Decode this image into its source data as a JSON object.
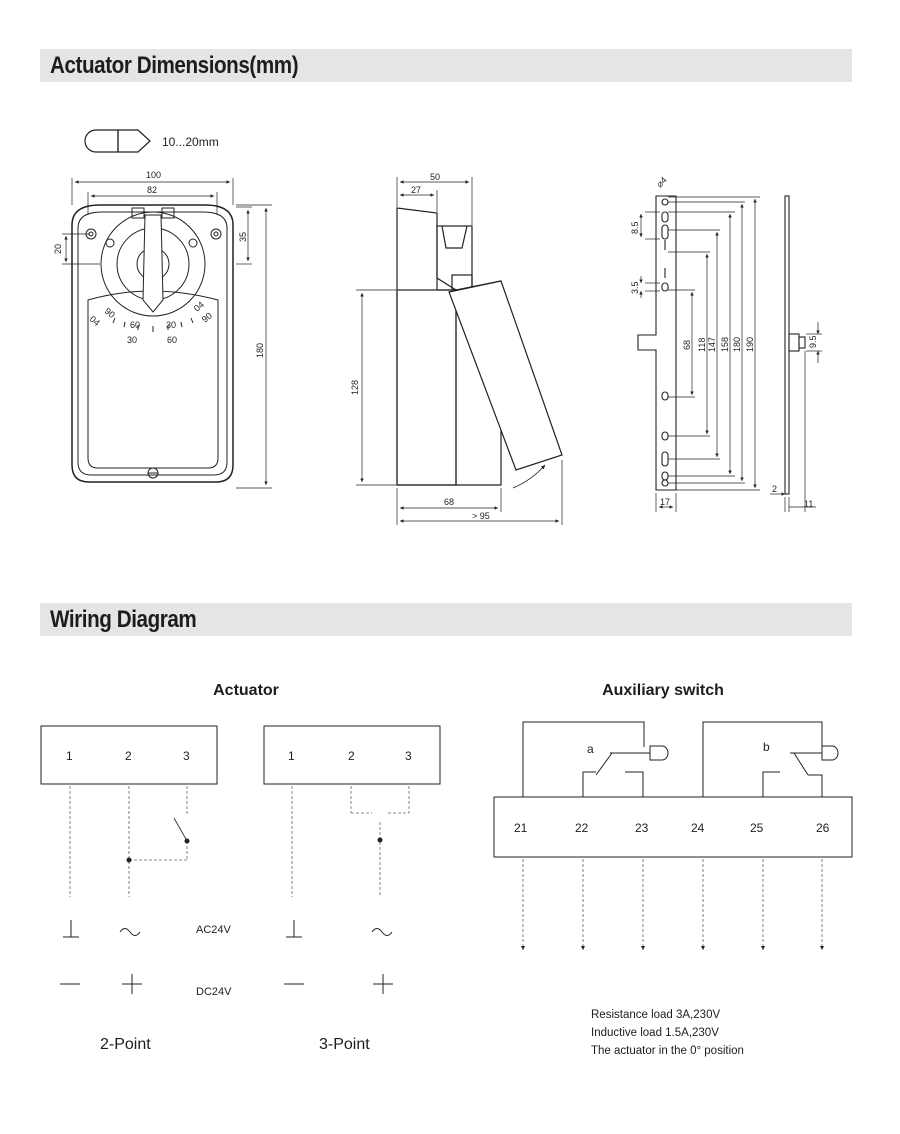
{
  "sections": {
    "dimensions_title": "Actuator Dimensions(mm)",
    "wiring_title": "Wiring Diagram"
  },
  "dimensions": {
    "shaft_range": "10...20mm",
    "front": {
      "w100": "100",
      "w82": "82",
      "h20": "20",
      "h35": "35",
      "h180": "180",
      "scale_a": [
        "90",
        "04",
        "60",
        "30"
      ],
      "scale_b": [
        "30",
        "60",
        "04",
        "90"
      ]
    },
    "side": {
      "w50": "50",
      "w27": "27",
      "h128": "128",
      "w68": "68",
      "w95": "> 95"
    },
    "bracket": {
      "d4": "⌀4",
      "v85": "8.5",
      "v35": "3.5",
      "v68": "68",
      "v118": "118",
      "v147": "147",
      "v158": "158",
      "v180": "180",
      "v190": "190",
      "v17": "17",
      "v2": "2",
      "v11": "11",
      "v95": "9.5"
    }
  },
  "wiring": {
    "actuator_heading": "Actuator",
    "aux_heading": "Auxiliary switch",
    "block1_terms": [
      "1",
      "2",
      "3"
    ],
    "block2_terms": [
      "1",
      "2",
      "3"
    ],
    "aux_terms": [
      "21",
      "22",
      "23",
      "24",
      "25",
      "26"
    ],
    "switch_a": "a",
    "switch_b": "b",
    "ac_label": "AC24V",
    "dc_label": "DC24V",
    "point2": "2-Point",
    "point3": "3-Point",
    "notes": [
      "Resistance load 3A,230V",
      "Inductive load 1.5A,230V",
      "The actuator in the 0° position"
    ]
  }
}
